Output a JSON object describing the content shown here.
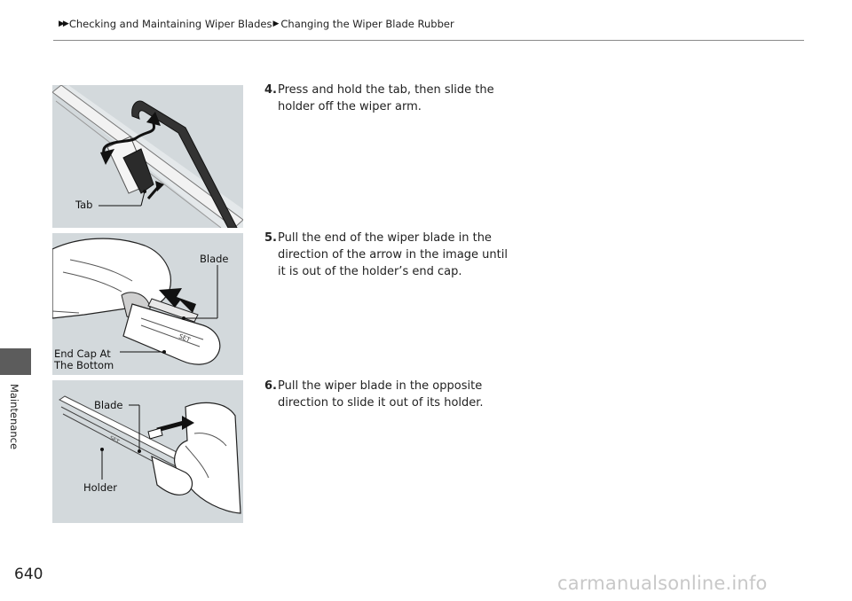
{
  "breadcrumb": {
    "section": "Checking and Maintaining Wiper Blades",
    "page": "Changing the Wiper Blade Rubber"
  },
  "sidebar": {
    "label": "Maintenance"
  },
  "figures": [
    {
      "callouts": {
        "tab": "Tab"
      }
    },
    {
      "callouts": {
        "blade": "Blade",
        "end_cap_line1": "End Cap At",
        "end_cap_line2": "The Bottom",
        "stamp": "SET"
      }
    },
    {
      "callouts": {
        "blade": "Blade",
        "holder": "Holder",
        "stamp": "SET"
      }
    }
  ],
  "steps": [
    {
      "number": "4.",
      "text": "Press and hold the tab, then slide the holder off the wiper arm."
    },
    {
      "number": "5.",
      "text": "Pull the end of the wiper blade in the direction of the arrow in the image until it is out of the holder’s end cap."
    },
    {
      "number": "6.",
      "text": "Pull the wiper blade in the opposite direction to slide it out of its holder."
    }
  ],
  "page_number": "640",
  "watermark": "carmanualsonline.info"
}
